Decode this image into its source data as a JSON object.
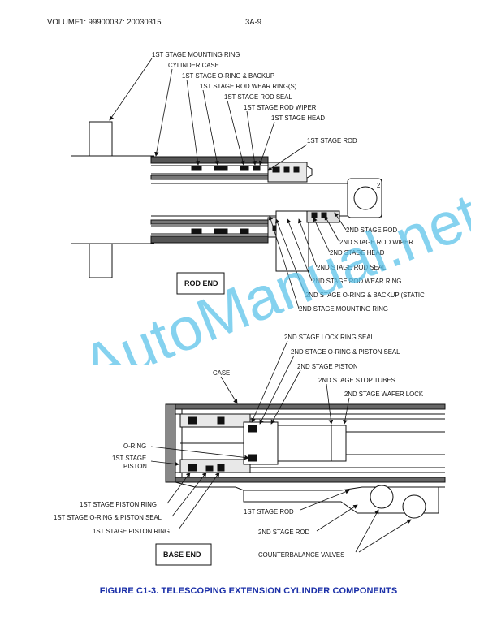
{
  "header": {
    "left": "VOLUME1: 99900037: 20030315",
    "right": "3A-9"
  },
  "rod_end": {
    "box_label": "ROD END",
    "labels_top": [
      "1ST STAGE MOUNTING RING",
      "CYLINDER CASE",
      "1ST STAGE O-RING & BACKUP",
      "1ST STAGE ROD WEAR RING(S)",
      "1ST STAGE ROD SEAL",
      "1ST STAGE ROD WIPER",
      "1ST STAGE HEAD",
      "1ST STAGE ROD"
    ],
    "pin_label": "2",
    "labels_bottom": [
      "2ND STAGE ROD",
      "2ND STAGE ROD WIPER",
      "2ND STAGE HEAD",
      "2ND STAGE ROD SEAL",
      "2ND STAGE ROD WEAR RING",
      "2ND STAGE O-RING & BACKUP (STATIC",
      "2ND STAGE MOUNTING RING"
    ]
  },
  "base_end": {
    "box_label": "BASE END",
    "labels_top": [
      "2ND STAGE LOCK RING SEAL",
      "2ND STAGE O-RING & PISTON SEAL",
      "2ND STAGE PISTON",
      "2ND STAGE STOP TUBES",
      "2ND STAGE WAFER LOCK"
    ],
    "case_label": "CASE",
    "left_labels": [
      "O-RING",
      "1ST STAGE",
      "PISTON"
    ],
    "bottom_left_labels": [
      "1ST STAGE PISTON RING",
      "1ST STAGE O-RING & PISTON SEAL",
      "1ST STAGE PISTON RING"
    ],
    "bottom_right_labels": [
      "1ST STAGE ROD",
      "2ND STAGE ROD",
      "COUNTERBALANCE VALVES"
    ]
  },
  "caption": "FIGURE C1-3.  TELESCOPING EXTENSION CYLINDER COMPONENTS",
  "watermark": "AutoManual.net",
  "colors": {
    "caption": "#1a2fa8",
    "watermark": "#5cc3ea"
  }
}
